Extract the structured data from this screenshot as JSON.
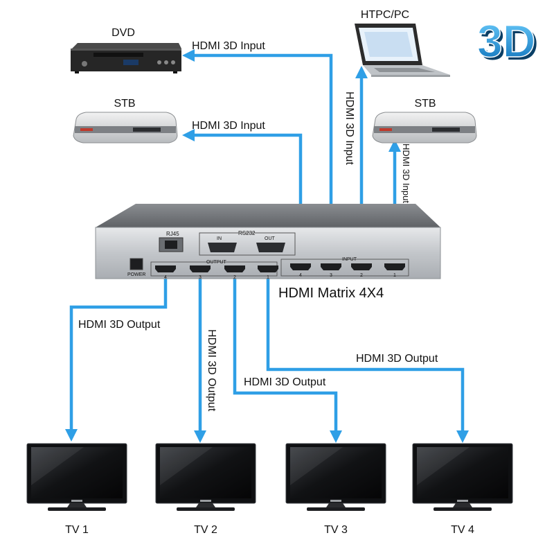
{
  "badge": {
    "text": "3D",
    "color": "#1a9be0"
  },
  "colors": {
    "cable": "#2f9fe6",
    "device_dark": "#2a2a2a",
    "matrix_silver": "#c9ccd0"
  },
  "devices": {
    "dvd": "DVD",
    "htpc": "HTPC/PC",
    "stb_left": "STB",
    "stb_right": "STB"
  },
  "matrix": {
    "title": "HDMI Matrix 4X4",
    "rj45": "RJ45",
    "rs232": "RS232",
    "rs_in": "IN",
    "rs_out": "OUT",
    "power": "POWER",
    "output_label": "OUTPUT",
    "input_label": "INPUT",
    "output_ports": [
      "4",
      "3",
      "2",
      "1"
    ],
    "input_ports": [
      "4",
      "3",
      "2",
      "1"
    ]
  },
  "links": {
    "dvd_input": "HDMI 3D Input",
    "stb_left_input": "HDMI 3D Input",
    "htpc_input": "HDMI 3D Input",
    "stb_right_input": "HDMI 3D Input",
    "tv1_output": "HDMI 3D Output",
    "tv2_output": "HDMI 3D Output",
    "tv3_output": "HDMI 3D Output",
    "tv4_output": "HDMI 3D Output"
  },
  "tvs": [
    "TV 1",
    "TV 2",
    "TV 3",
    "TV 4"
  ]
}
